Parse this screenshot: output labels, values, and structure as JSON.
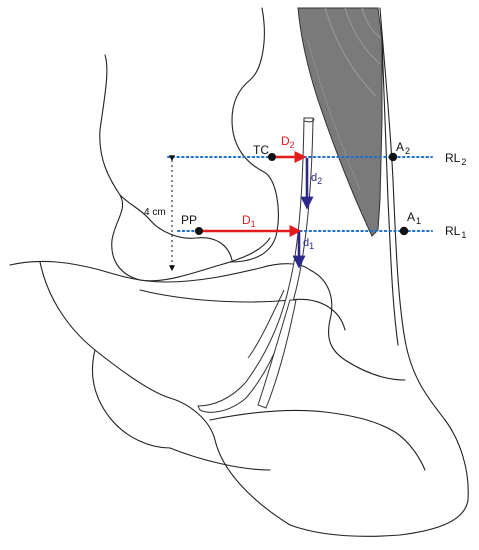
{
  "labels": {
    "tc": "TC",
    "pp": "PP",
    "a2_main": "A",
    "a2_sub": "2",
    "a1_main": "A",
    "a1_sub": "1",
    "rl2_main": "RL",
    "rl2_sub": "2",
    "rl1_main": "RL",
    "rl1_sub": "1",
    "d2cap_main": "D",
    "d2cap_sub": "2",
    "d1cap_main": "D",
    "d1cap_sub": "1",
    "d2_main": "d",
    "d2_sub": "2",
    "d1_main": "d",
    "d1_sub": "1",
    "distance": "4 cm"
  },
  "colors": {
    "reference_line": "#1f6fd1",
    "horizontal_arrow": "#e31b1b",
    "vertical_arrow": "#2b2a8a",
    "tendon_shade": "#7a7a7a",
    "landmark_dot": "#111111"
  }
}
